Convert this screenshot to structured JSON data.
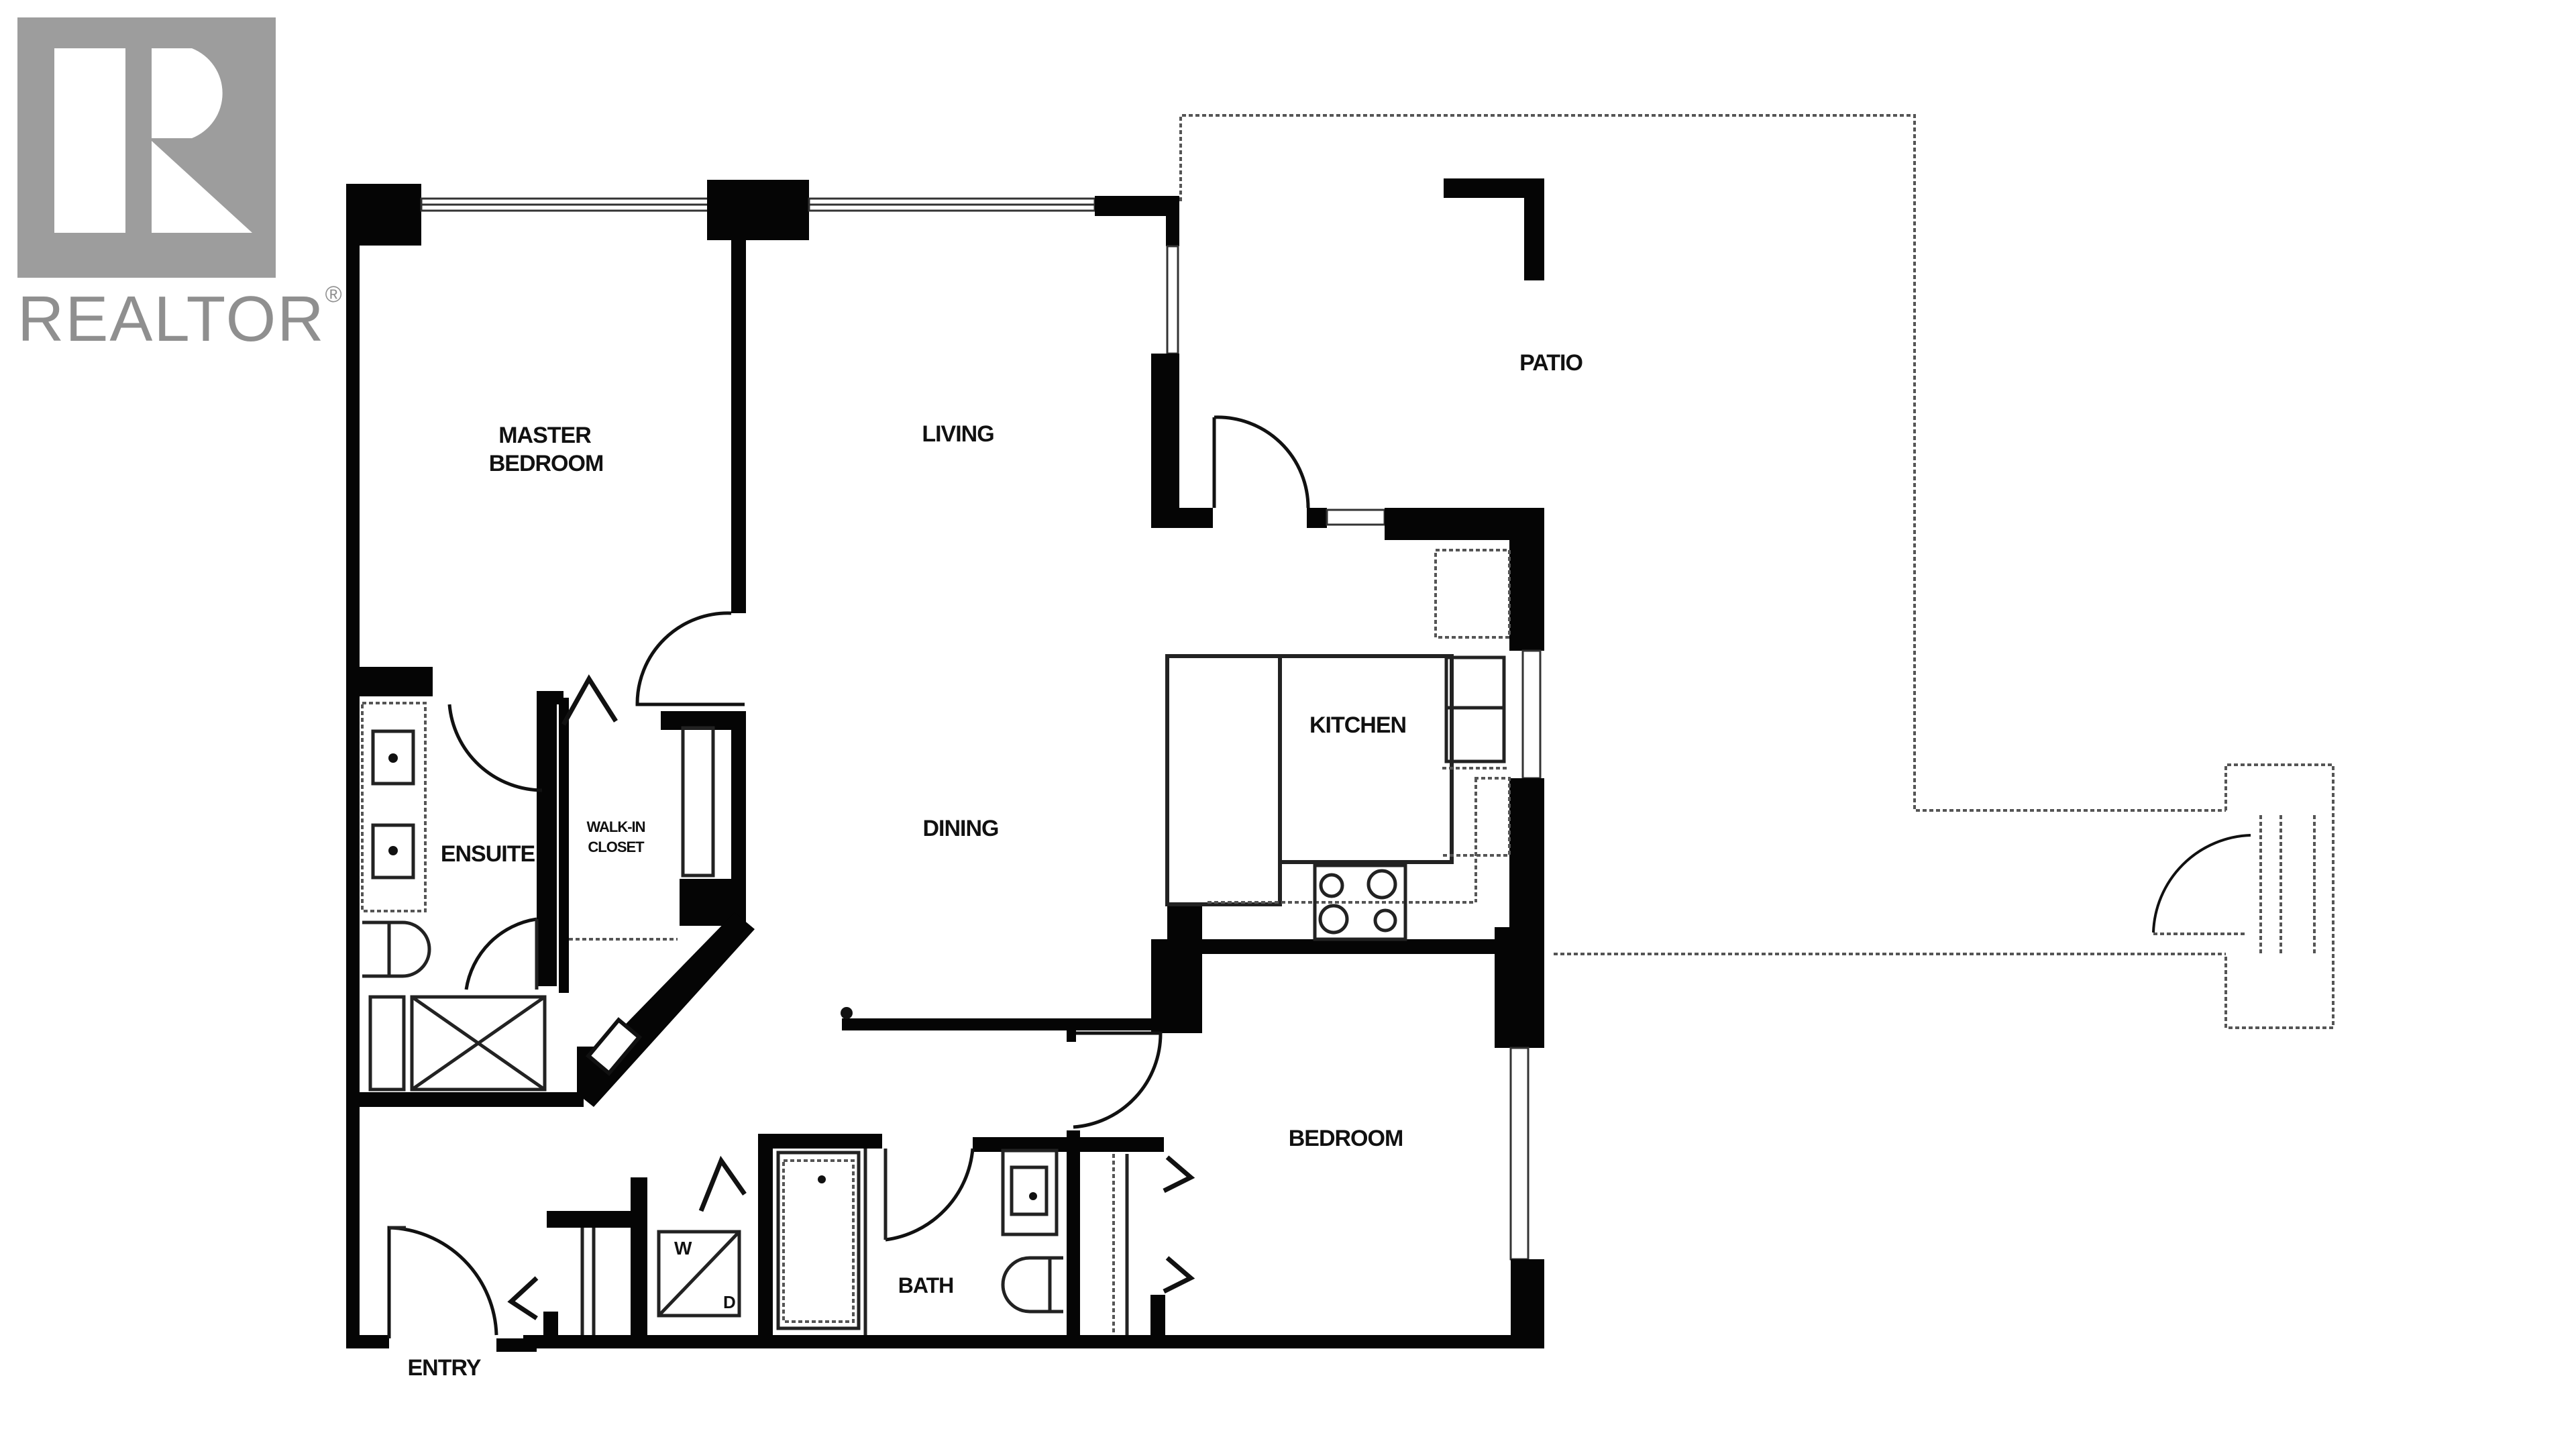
{
  "logo": {
    "brand": "REALTOR",
    "mark": "®",
    "color": "#9d9d9d"
  },
  "plan": {
    "rooms": [
      {
        "id": "master-bedroom",
        "line1": "MASTER",
        "line2": "BEDROOM"
      },
      {
        "id": "living",
        "line1": "LIVING"
      },
      {
        "id": "patio",
        "line1": "PATIO"
      },
      {
        "id": "kitchen",
        "line1": "KITCHEN"
      },
      {
        "id": "dining",
        "line1": "DINING"
      },
      {
        "id": "ensuite",
        "line1": "ENSUITE"
      },
      {
        "id": "walk-in-closet",
        "line1": "WALK-IN",
        "line2": "CLOSET"
      },
      {
        "id": "bedroom",
        "line1": "BEDROOM"
      },
      {
        "id": "bath",
        "line1": "BATH"
      },
      {
        "id": "entry",
        "line1": "ENTRY"
      }
    ],
    "appliance_marks": {
      "washer": "W",
      "dryer": "D"
    },
    "colors": {
      "wall": "#050505",
      "line": "#111111",
      "background": "#ffffff"
    }
  }
}
